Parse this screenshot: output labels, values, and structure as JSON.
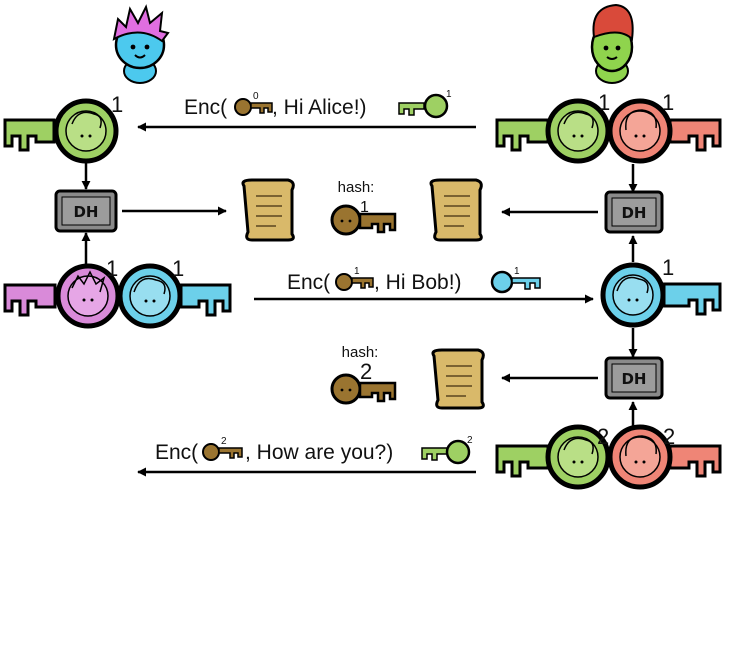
{
  "colors": {
    "green": "#9ed063",
    "red": "#ef8576",
    "pink": "#d98ad9",
    "cyan": "#6cd0ea",
    "brown": "#9a7430",
    "scroll": "#d9b96a",
    "dh_box": "#8a8a8a"
  },
  "characters": {
    "alice": {
      "name": "alice",
      "hair": "#e06ee0",
      "skin": "#4cc9ee"
    },
    "bob": {
      "name": "bob",
      "hair": "#d94a3a",
      "skin": "#8fd44d"
    }
  },
  "dh_label": "DH",
  "hash_label": "hash:",
  "messages": [
    {
      "prefix": "Enc(",
      "text": ", Hi Alice!)",
      "chain_key_index": "0",
      "ratchet_key_index": "1"
    },
    {
      "prefix": "Enc(",
      "text": ", Hi Bob!)",
      "chain_key_index": "1",
      "ratchet_key_index": "1"
    },
    {
      "prefix": "Enc(",
      "text": ", How are you?)",
      "chain_key_index": "2",
      "ratchet_key_index": "2"
    }
  ],
  "key_labels": {
    "alice_green": "1",
    "alice_pink": "1",
    "alice_cyan": "1",
    "bob_green_top": "1",
    "bob_red_top": "1",
    "bob_cyan": "1",
    "bob_green_bottom": "2",
    "bob_red_bottom": "2",
    "hash_key_1": "1",
    "hash_key_2": "2"
  }
}
